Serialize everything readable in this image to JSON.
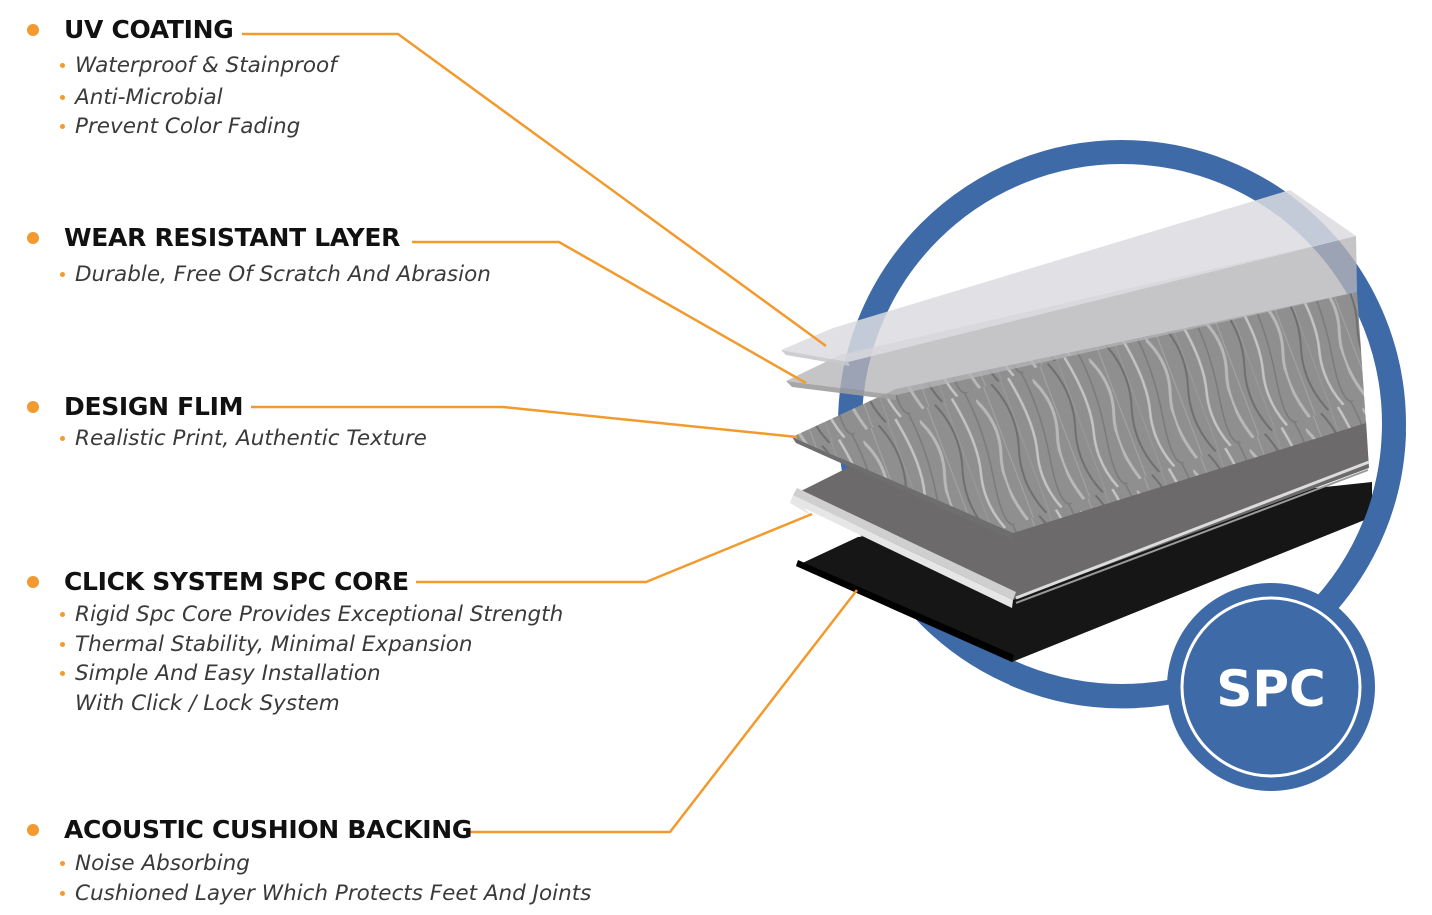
{
  "colors": {
    "accent": "#F29A2E",
    "ring": "#3F6AA8",
    "title_text": "#111111",
    "bullet_text": "#3a3a3a"
  },
  "layers": [
    {
      "id": "uv-coating",
      "title": "UV COATING",
      "bullets": [
        [
          "Waterproof & Stainproof"
        ],
        [
          "Anti-Microbial"
        ],
        [
          "Prevent Color Fading"
        ]
      ]
    },
    {
      "id": "wear-resistant-layer",
      "title": "WEAR RESISTANT LAYER",
      "bullets": [
        [
          "Durable, Free Of Scratch And Abrasion"
        ]
      ]
    },
    {
      "id": "design-film",
      "title": "DESIGN FLIM",
      "bullets": [
        [
          "Realistic Print, Authentic Texture"
        ]
      ]
    },
    {
      "id": "click-system-spc-core",
      "title": "CLICK SYSTEM SPC CORE",
      "bullets": [
        [
          "Rigid Spc Core Provides Exceptional Strength"
        ],
        [
          "Thermal Stability, Minimal Expansion"
        ],
        [
          "Simple And Easy Installation",
          "With Click / Lock System"
        ]
      ]
    },
    {
      "id": "acoustic-cushion-backing",
      "title": "ACOUSTIC CUSHION BACKING",
      "bullets": [
        [
          "Noise Absorbing"
        ],
        [
          "Cushioned Layer Which Protects Feet And Joints"
        ]
      ]
    }
  ],
  "badge": {
    "label": "SPC",
    "icon": "spc-badge-icon"
  }
}
